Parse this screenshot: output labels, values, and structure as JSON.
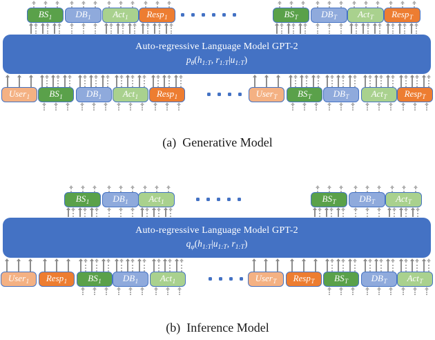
{
  "colors": {
    "user": "#F4B183",
    "bs": "#5AA14A",
    "db": "#8FAADC",
    "act": "#A9D18E",
    "resp": "#ED7D31",
    "model": "#4472C4",
    "box_border": "#4472C4",
    "arrow_solid": "#8C8C8C",
    "arrow_dashed": "#AFAFAF",
    "dots": "#4472C4",
    "caption_color": "#1A1A1A"
  },
  "panel_a": {
    "caption_label": "(a)",
    "caption_title": "Generative Model",
    "model_name": "Auto-regressive Language Model GPT-2",
    "formula": [
      {
        "t": "p",
        "s": "v"
      },
      {
        "t": "θ",
        "s": "b"
      },
      {
        "t": "(",
        "s": "n"
      },
      {
        "t": "h",
        "s": "v"
      },
      {
        "t": "1:T",
        "s": "b"
      },
      {
        "t": ", ",
        "s": "n"
      },
      {
        "t": "r",
        "s": "v"
      },
      {
        "t": "1:T",
        "s": "b"
      },
      {
        "t": "|",
        "s": "n"
      },
      {
        "t": "u",
        "s": "v"
      },
      {
        "t": "1:T",
        "s": "b"
      },
      {
        "t": ")",
        "s": "n"
      }
    ],
    "outputs": [
      [
        {
          "base": "BS",
          "sub": "1",
          "kind": "bs",
          "band": "mixed"
        },
        {
          "base": "DB",
          "sub": "1",
          "kind": "db",
          "band": "dashed"
        },
        {
          "base": "Act",
          "sub": "1",
          "kind": "act",
          "band": "mixed"
        },
        {
          "base": "Resp",
          "sub": "1",
          "kind": "resp",
          "band": "mixed"
        }
      ],
      [
        {
          "base": "BS",
          "sub": "T",
          "kind": "bs",
          "band": "mixed"
        },
        {
          "base": "DB",
          "sub": "T",
          "kind": "db",
          "band": "dashed"
        },
        {
          "base": "Act",
          "sub": "T",
          "kind": "act",
          "band": "mixed"
        },
        {
          "base": "Resp",
          "sub": "T",
          "kind": "resp",
          "band": "mixed"
        }
      ]
    ],
    "inputs": [
      [
        {
          "base": "User",
          "sub": "1",
          "kind": "user",
          "band": "solid",
          "stub": false
        },
        {
          "base": "BS",
          "sub": "1",
          "kind": "bs",
          "band": "mixed",
          "stub": true
        },
        {
          "base": "DB",
          "sub": "1",
          "kind": "db",
          "band": "mixed",
          "stub": true
        },
        {
          "base": "Act",
          "sub": "1",
          "kind": "act",
          "band": "mixed",
          "stub": true
        },
        {
          "base": "Resp",
          "sub": "1",
          "kind": "resp",
          "band": "mixed",
          "stub": true
        }
      ],
      [
        {
          "base": "User",
          "sub": "T",
          "kind": "user",
          "band": "solid",
          "stub": false
        },
        {
          "base": "BS",
          "sub": "T",
          "kind": "bs",
          "band": "mixed",
          "stub": true
        },
        {
          "base": "DB",
          "sub": "T",
          "kind": "db",
          "band": "mixed",
          "stub": true
        },
        {
          "base": "Act",
          "sub": "T",
          "kind": "act",
          "band": "mixed",
          "stub": true
        },
        {
          "base": "Resp",
          "sub": "T",
          "kind": "resp",
          "band": "mixed",
          "stub": true
        }
      ]
    ]
  },
  "panel_b": {
    "caption_label": "(b)",
    "caption_title": "Inference Model",
    "model_name": "Auto-regressive Language Model GPT-2",
    "formula": [
      {
        "t": "q",
        "s": "v"
      },
      {
        "t": "φ",
        "s": "b"
      },
      {
        "t": "(",
        "s": "n"
      },
      {
        "t": "h",
        "s": "v"
      },
      {
        "t": "1:T",
        "s": "b"
      },
      {
        "t": "|",
        "s": "n"
      },
      {
        "t": "u",
        "s": "v"
      },
      {
        "t": "1:T",
        "s": "b"
      },
      {
        "t": ", ",
        "s": "n"
      },
      {
        "t": "r",
        "s": "v"
      },
      {
        "t": "1:T",
        "s": "b"
      },
      {
        "t": ")",
        "s": "n"
      }
    ],
    "outputs": [
      [
        {
          "base": "BS",
          "sub": "1",
          "kind": "bs",
          "band": "mixed"
        },
        {
          "base": "DB",
          "sub": "1",
          "kind": "db",
          "band": "dashed"
        },
        {
          "base": "Act",
          "sub": "1",
          "kind": "act",
          "band": "mixed"
        }
      ],
      [
        {
          "base": "BS",
          "sub": "T",
          "kind": "bs",
          "band": "mixed"
        },
        {
          "base": "DB",
          "sub": "T",
          "kind": "db",
          "band": "dashed"
        },
        {
          "base": "Act",
          "sub": "T",
          "kind": "act",
          "band": "mixed"
        }
      ]
    ],
    "inputs": [
      [
        {
          "base": "User",
          "sub": "1",
          "kind": "user",
          "band": "solid",
          "stub": false
        },
        {
          "base": "Resp",
          "sub": "1",
          "kind": "resp",
          "band": "solid",
          "stub": false
        },
        {
          "base": "BS",
          "sub": "1",
          "kind": "bs",
          "band": "mixed",
          "stub": true
        },
        {
          "base": "DB",
          "sub": "1",
          "kind": "db",
          "band": "mixed",
          "stub": true
        },
        {
          "base": "Act",
          "sub": "1",
          "kind": "act",
          "band": "mixed",
          "stub": true
        }
      ],
      [
        {
          "base": "User",
          "sub": "T",
          "kind": "user",
          "band": "solid",
          "stub": false
        },
        {
          "base": "Resp",
          "sub": "T",
          "kind": "resp",
          "band": "solid",
          "stub": false
        },
        {
          "base": "BS",
          "sub": "T",
          "kind": "bs",
          "band": "mixed",
          "stub": true
        },
        {
          "base": "DB",
          "sub": "T",
          "kind": "db",
          "band": "mixed",
          "stub": true
        },
        {
          "base": "Act",
          "sub": "T",
          "kind": "act",
          "band": "mixed",
          "stub": true
        }
      ]
    ]
  }
}
